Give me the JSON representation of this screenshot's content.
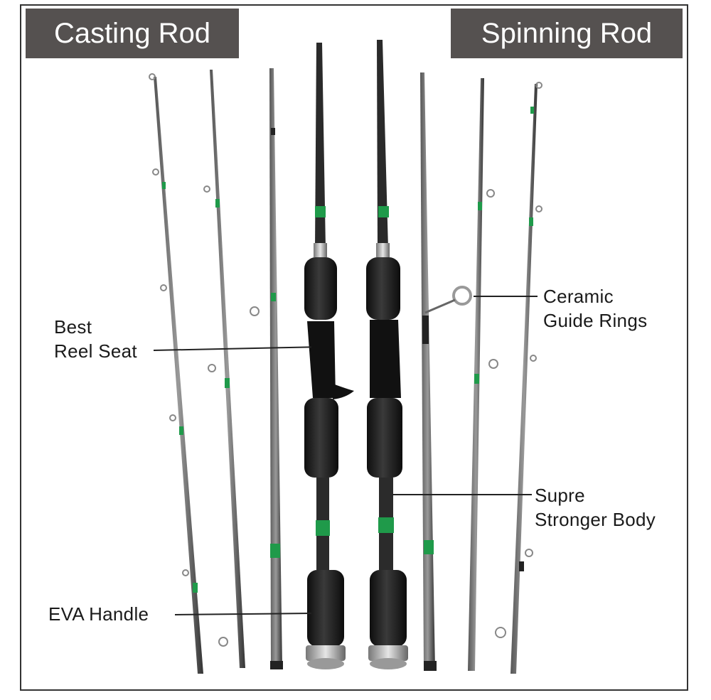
{
  "titles": {
    "left": "Casting Rod",
    "right": "Spinning Rod"
  },
  "callouts": {
    "reel_seat": {
      "line1": "Best",
      "line2": "Reel Seat"
    },
    "guide_rings": {
      "line1": "Ceramic",
      "line2": "Guide Rings"
    },
    "body": {
      "line1": "Supre",
      "line2": "Stronger Body"
    },
    "handle": {
      "line1": "EVA Handle"
    }
  },
  "colors": {
    "title_bg": "#555150",
    "rod_blank": "#3a3a3a",
    "accent_green": "#1f9a4a",
    "handle": "#1c1c1c"
  }
}
